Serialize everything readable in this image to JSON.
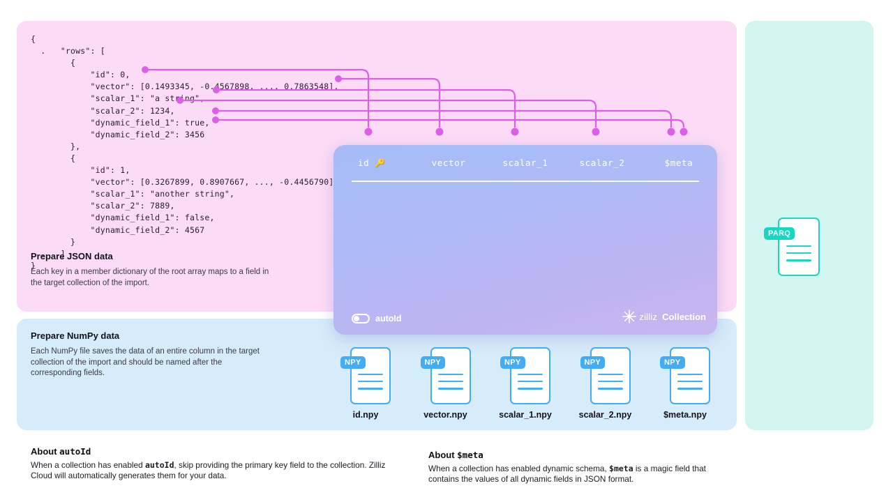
{
  "panels": {
    "json": {
      "bg": "#fbdbf5"
    },
    "numpy": {
      "bg": "#d6ecfa"
    },
    "parquet": {
      "bg": "#d2f5ef"
    }
  },
  "json_code": "{\n  .   \"rows\": [\n        {\n            \"id\": 0,\n            \"vector\": [0.1493345, -0.4567898, ..., 0.7863548],\n            \"scalar_1\": \"a string\",\n            \"scalar_2\": 1234,\n            \"dynamic_field_1\": true,\n            \"dynamic_field_2\": 3456\n        },\n        {\n            \"id\": 1,\n            \"vector\": [0.3267899, 0.8907667, ..., -0.4456790],\n            \"scalar_1\": \"another string\",\n            \"scalar_2\": 7889,\n            \"dynamic_field_1\": false,\n            \"dynamic_field_2\": 4567\n        }\n  .   ]\n}",
  "sections": {
    "json": {
      "title": "Prepare JSON data",
      "body": "Each key in a member dictionary of the root array maps to a field in the target collection of the import."
    },
    "numpy": {
      "title": "Prepare NumPy data",
      "body": "Each NumPy file saves the data of an entire column in the target collection of the import and should be named after the corresponding fields."
    }
  },
  "collection": {
    "columns": [
      {
        "label": "id",
        "primary_key": true,
        "key_glyph": "🔑"
      },
      {
        "label": "vector",
        "primary_key": false
      },
      {
        "label": "scalar_1",
        "primary_key": false
      },
      {
        "label": "scalar_2",
        "primary_key": false
      },
      {
        "label": "$meta",
        "primary_key": false
      }
    ],
    "toggle": {
      "label": "autoId",
      "checked": false
    },
    "brand": {
      "name": "zilliz",
      "suffix": "Collection",
      "icon": "starburst-icon"
    },
    "gradient_from": "#a6bcf7",
    "gradient_to": "#c8b6f1"
  },
  "files": {
    "npy": [
      {
        "badge": "NPY",
        "label": "id.npy"
      },
      {
        "badge": "NPY",
        "label": "vector.npy"
      },
      {
        "badge": "NPY",
        "label": "scalar_1.npy"
      },
      {
        "badge": "NPY",
        "label": "scalar_2.npy"
      },
      {
        "badge": "NPY",
        "label": "$meta.npy"
      }
    ],
    "parquet": {
      "badge": "PARQ",
      "label": ""
    },
    "npy_color": "#42adf5",
    "parquet_color": "#18d6c2"
  },
  "notes": {
    "autoid": {
      "title_prefix": "About ",
      "title_mono": "autoId",
      "body_1": "When a collection has enabled ",
      "body_mono": "autoId",
      "body_2": ", skip providing the primary key field to the collection. Zilliz Cloud will automatically generates them for your data."
    },
    "meta": {
      "title_prefix": "About ",
      "title_mono": "$meta",
      "body_1": "When a collection has enabled dynamic schema, ",
      "body_mono": "$meta",
      "body_2": " is a magic field that contains the values of all dynamic fields in JSON format."
    }
  },
  "connectors": {
    "color": "#dd5ee8",
    "dot_radius": 5,
    "mappings": [
      {
        "field": "id",
        "target": "id"
      },
      {
        "field": "vector",
        "target": "vector"
      },
      {
        "field": "scalar_1",
        "target": "scalar_1"
      },
      {
        "field": "scalar_2",
        "target": "scalar_2"
      },
      {
        "field": "dynamic_field_1",
        "target": "$meta"
      },
      {
        "field": "dynamic_field_2",
        "target": "$meta"
      }
    ]
  }
}
